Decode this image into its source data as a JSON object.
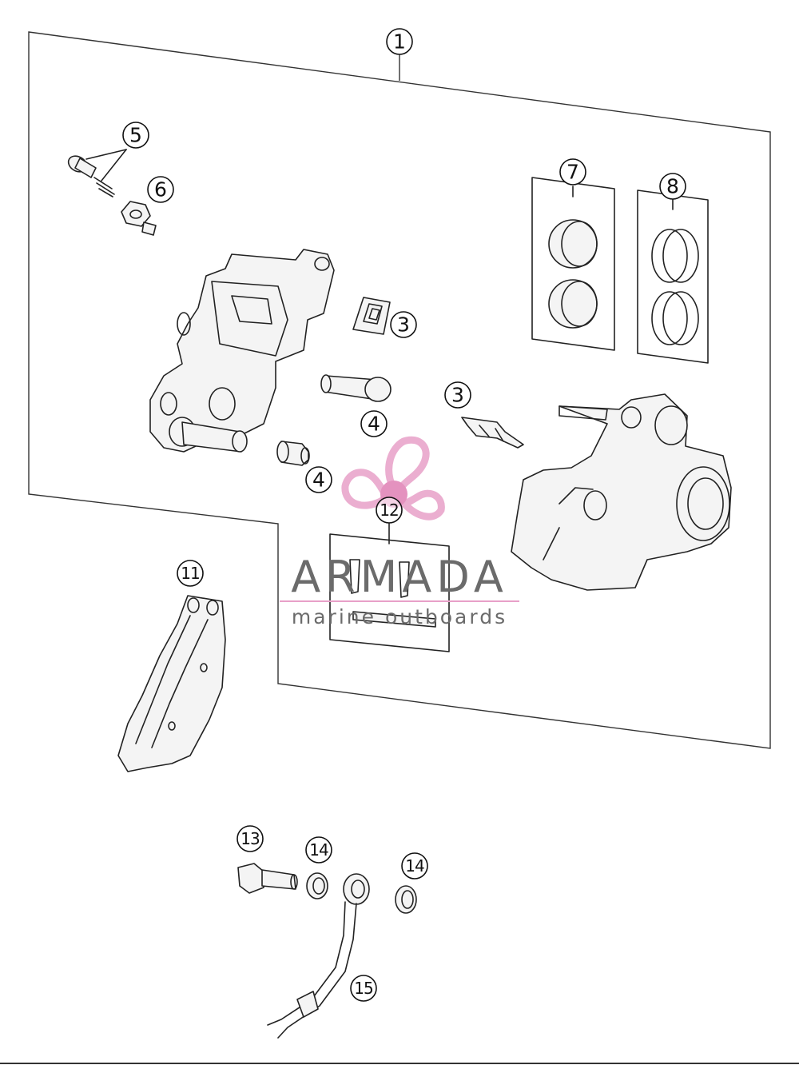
{
  "callouts": [
    {
      "id": "c1",
      "label": "1"
    },
    {
      "id": "c5",
      "label": "5"
    },
    {
      "id": "c6",
      "label": "6"
    },
    {
      "id": "c3a",
      "label": "3"
    },
    {
      "id": "c3b",
      "label": "3"
    },
    {
      "id": "c4a",
      "label": "4"
    },
    {
      "id": "c4b",
      "label": "4"
    },
    {
      "id": "c7",
      "label": "7"
    },
    {
      "id": "c8",
      "label": "8"
    },
    {
      "id": "c11",
      "label": "11"
    },
    {
      "id": "c12",
      "label": "12"
    },
    {
      "id": "c13",
      "label": "13"
    },
    {
      "id": "c14a",
      "label": "14"
    },
    {
      "id": "c14b",
      "label": "14"
    },
    {
      "id": "c15",
      "label": "15"
    }
  ],
  "watermark": {
    "title": "ARMADA",
    "subtitle": "marine outboards",
    "colors": {
      "text": "#6b6b6b",
      "accent": "#e8a0c8",
      "hub": "#e07fb5"
    }
  }
}
